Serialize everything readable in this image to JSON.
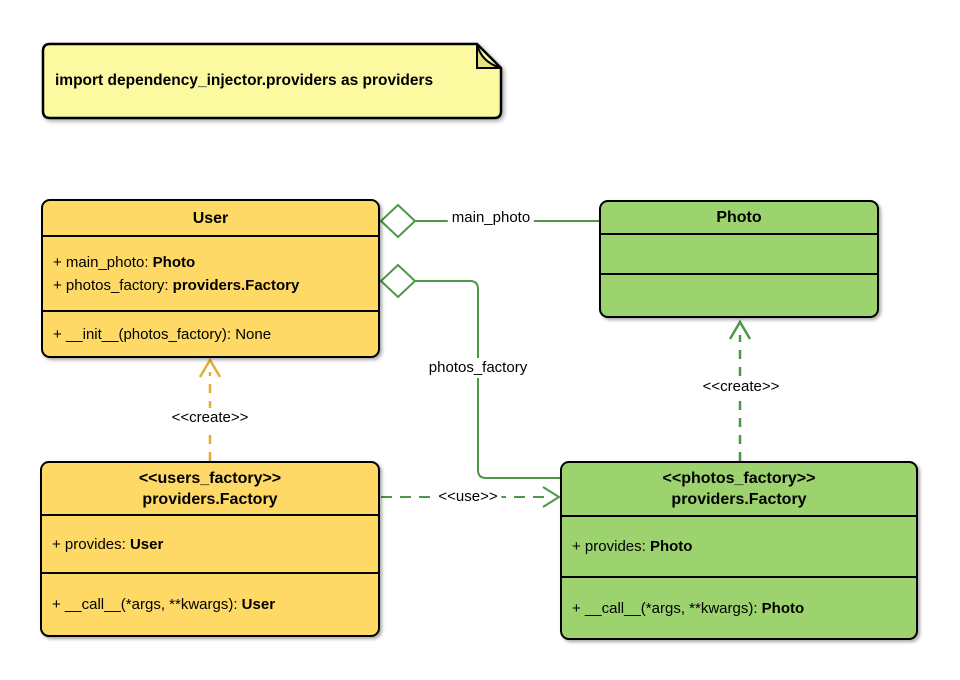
{
  "note": {
    "text": "import dependency_injector.providers as providers"
  },
  "classes": {
    "user": {
      "title": "User",
      "attributes": [
        {
          "label": "+ main_photo: ",
          "type": "Photo"
        },
        {
          "label": "+ photos_factory: ",
          "type": "providers.Factory"
        }
      ],
      "methods": [
        {
          "label": "+ __init__(photos_factory): None",
          "type": ""
        }
      ]
    },
    "photo": {
      "title": "Photo",
      "attributes": [],
      "methods": []
    },
    "users_factory": {
      "stereotype": "<<users_factory>>",
      "title": "providers.Factory",
      "attributes": [
        {
          "label": "+ provides: ",
          "type": "User"
        }
      ],
      "methods": [
        {
          "label": "+ __call__(*args, **kwargs): ",
          "type": "User"
        }
      ]
    },
    "photos_factory": {
      "stereotype": "<<photos_factory>>",
      "title": "providers.Factory",
      "attributes": [
        {
          "label": "+ provides: ",
          "type": "Photo"
        }
      ],
      "methods": [
        {
          "label": "+ __call__(*args, **kwargs): ",
          "type": "Photo"
        }
      ]
    }
  },
  "connectors": {
    "main_photo": {
      "label": "main_photo",
      "kind": "aggregation"
    },
    "photos_factory": {
      "label": "photos_factory",
      "kind": "aggregation"
    },
    "create_user": {
      "label": "<<create>>",
      "kind": "dependency"
    },
    "create_photo": {
      "label": "<<create>>",
      "kind": "dependency"
    },
    "use": {
      "label": "<<use>>",
      "kind": "dependency"
    }
  },
  "colors": {
    "class_yellow": "#FFD966",
    "class_green": "#9CD36E",
    "note_yellow": "#FCFAA0",
    "note_fold": "#E6DF7E",
    "line_green": "#4E9648",
    "line_gold": "#E0AE34",
    "border": "#000000"
  }
}
